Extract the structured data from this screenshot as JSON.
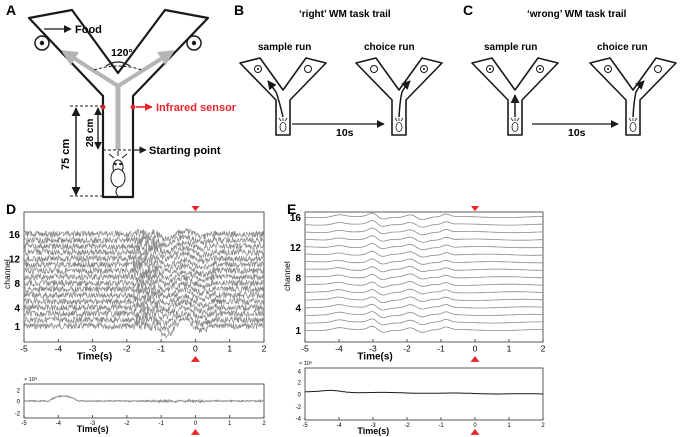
{
  "panels": {
    "A": {
      "letter": "A",
      "food_label": "Food",
      "angle_label": "120°",
      "sensor_label": "Infrared sensor",
      "dist_outer_label": "75 cm",
      "dist_inner_label": "28 cm",
      "start_label": "Starting point"
    },
    "B": {
      "letter": "B",
      "title": "‘right’ WM task trail",
      "sample_label": "sample run",
      "choice_label": "choice run",
      "delay_label": "10s"
    },
    "C": {
      "letter": "C",
      "title": "‘wrong’ WM task trail",
      "sample_label": "sample run",
      "choice_label": "choice run",
      "delay_label": "10s"
    },
    "D": {
      "letter": "D"
    },
    "E": {
      "letter": "E"
    }
  },
  "colors": {
    "sensor_red": "#e8242b",
    "trace_gray": "#8a8a8a",
    "outline": "#1a1a1a",
    "arm_arrow_gray": "#b5b5b5"
  },
  "chart_data": [
    {
      "id": "D-top",
      "type": "line",
      "ylabel": "channel",
      "xlabel": "Time(s)",
      "xlim": [
        -5,
        2
      ],
      "x_ticks": [
        "-5",
        "-4",
        "-3",
        "-2",
        "-1",
        "0",
        "1",
        "2"
      ],
      "y_tick_labels": [
        "1",
        "4",
        "8",
        "12",
        "16"
      ],
      "channels": 16,
      "marker_time": 0,
      "style": "dense noisy multichannel LFP traces with large deflection near t=0"
    },
    {
      "id": "D-bottom",
      "type": "line",
      "xlabel": "Time(s)",
      "xlim": [
        -5,
        2
      ],
      "x_ticks": [
        "-5",
        "-4",
        "-3",
        "-2",
        "-1",
        "0",
        "1",
        "2"
      ],
      "y_ticks": [
        "2",
        "0",
        "-2"
      ],
      "y_multiplier": "× 10⁶",
      "marker_time": 0
    },
    {
      "id": "E-top",
      "type": "line",
      "ylabel": "channel",
      "xlabel": "Time(s)",
      "xlim": [
        -5,
        2
      ],
      "x_ticks": [
        "-5",
        "-4",
        "-3",
        "-2",
        "-1",
        "0",
        "1",
        "2"
      ],
      "y_tick_labels": [
        "1",
        "4",
        "8",
        "12",
        "16"
      ],
      "channels": 16,
      "marker_time": 0,
      "style": "smooth averaged multichannel traces"
    },
    {
      "id": "E-bottom",
      "type": "line",
      "xlabel": "Time(s)",
      "xlim": [
        -5,
        2
      ],
      "x_ticks": [
        "-5",
        "-4",
        "-3",
        "-2",
        "-1",
        "0",
        "1",
        "2"
      ],
      "y_ticks": [
        "4",
        "2",
        "0",
        "-2",
        "-4"
      ],
      "y_multiplier": "× 10⁶",
      "marker_time": 0
    }
  ]
}
